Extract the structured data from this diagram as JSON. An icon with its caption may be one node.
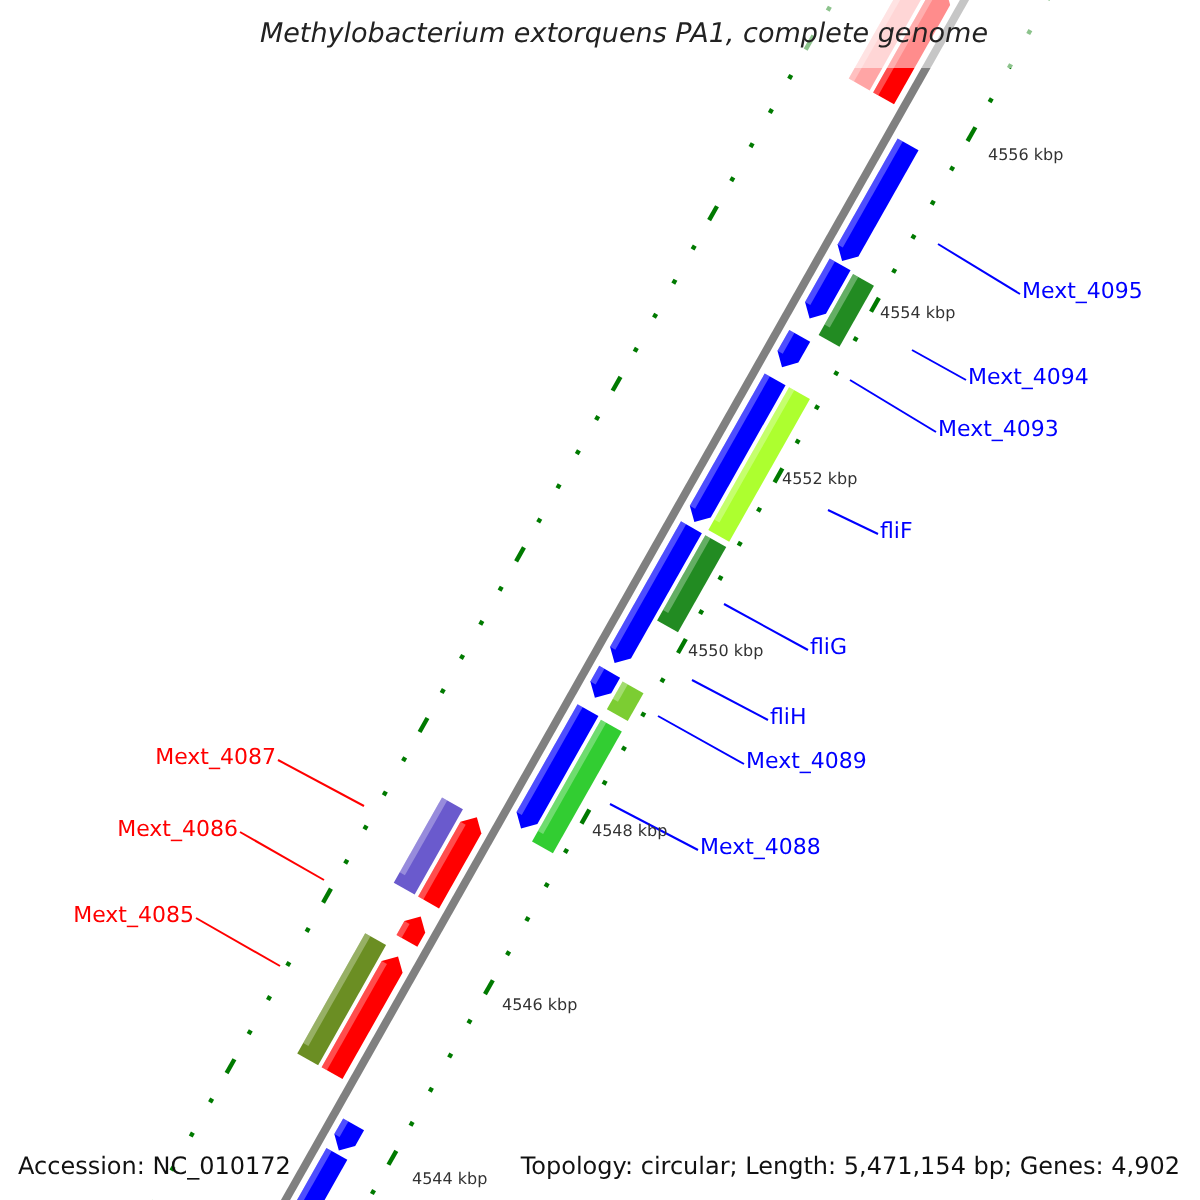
{
  "diagram": {
    "title": "Methylobacterium extorquens PA1, complete genome",
    "nodes": [
      {
        "text": [
          "Mext_4095"
        ]
      },
      {
        "text": [
          "Mext_4094"
        ]
      },
      {
        "text": [
          "Mext_4093"
        ]
      },
      {
        "text": [
          "fliF"
        ]
      },
      {
        "text": [
          "fliG"
        ]
      },
      {
        "text": [
          "fliH"
        ]
      },
      {
        "text": [
          "Mext_4089"
        ]
      },
      {
        "text": [
          "Mext_4088"
        ]
      },
      {
        "text": [
          "Mext_4087"
        ]
      },
      {
        "text": [
          "Mext_4086"
        ]
      },
      {
        "text": [
          "Mext_4085"
        ]
      }
    ],
    "edges": [
      {
        "from": 0,
        "to": null,
        "arrow": "none"
      },
      {
        "from": 1,
        "to": null,
        "arrow": "none"
      },
      {
        "from": 2,
        "to": null,
        "arrow": "none"
      },
      {
        "from": 3,
        "to": null,
        "arrow": "none"
      },
      {
        "from": 4,
        "to": null,
        "arrow": "none"
      },
      {
        "from": 5,
        "to": null,
        "arrow": "none"
      },
      {
        "from": 6,
        "to": null,
        "arrow": "none"
      },
      {
        "from": 7,
        "to": null,
        "arrow": "none"
      },
      {
        "from": 8,
        "to": null,
        "arrow": "none",
        "color": "#ff0000"
      },
      {
        "from": 9,
        "to": null,
        "arrow": "none",
        "color": "#ff0000"
      },
      {
        "from": 10,
        "to": null,
        "arrow": "none",
        "color": "#ff0000"
      }
    ],
    "labels": [
      "4556 kbp",
      "4554 kbp",
      "4552 kbp",
      "4550 kbp",
      "4548 kbp",
      "4546 kbp",
      "4544 kbp",
      "Accession: NC_010172",
      "Topology: circular; Length: 5,471,154 bp; Genes: 4,902"
    ]
  }
}
